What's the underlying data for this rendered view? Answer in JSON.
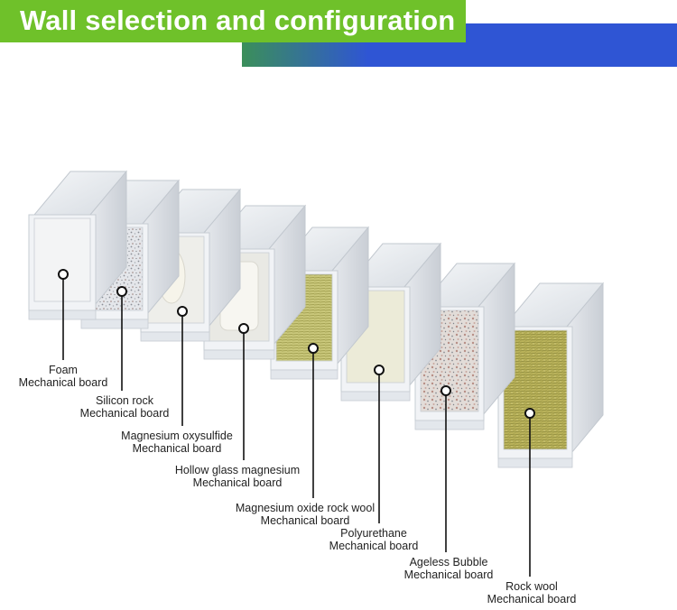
{
  "header": {
    "title": "Wall selection and configuration",
    "accent_green": "#6fc12a",
    "accent_blue": "#2f55d4"
  },
  "panels": [
    {
      "line1": "Foam",
      "line2": "Mechanical board",
      "core_color": "#f3f4f5"
    },
    {
      "line1": "Silicon rock",
      "line2": "Mechanical board",
      "core_color": "#dfe2e6"
    },
    {
      "line1": "Magnesium oxysulfide",
      "line2": "Mechanical board",
      "core_color": "#eeeeea"
    },
    {
      "line1": "Hollow glass magnesium",
      "line2": "Mechanical board",
      "core_color": "#e9e9e4"
    },
    {
      "line1": "Magnesium oxide rock wool",
      "line2": "Mechanical board",
      "core_color": "#c9c77a"
    },
    {
      "line1": "Polyurethane",
      "line2": "Mechanical board",
      "core_color": "#ecebd8"
    },
    {
      "line1": "Ageless Bubble",
      "line2": "Mechanical board",
      "core_color": "#d8d2cf"
    },
    {
      "line1": "Rock wool",
      "line2": "Mechanical board",
      "core_color": "#b9b25a"
    }
  ]
}
